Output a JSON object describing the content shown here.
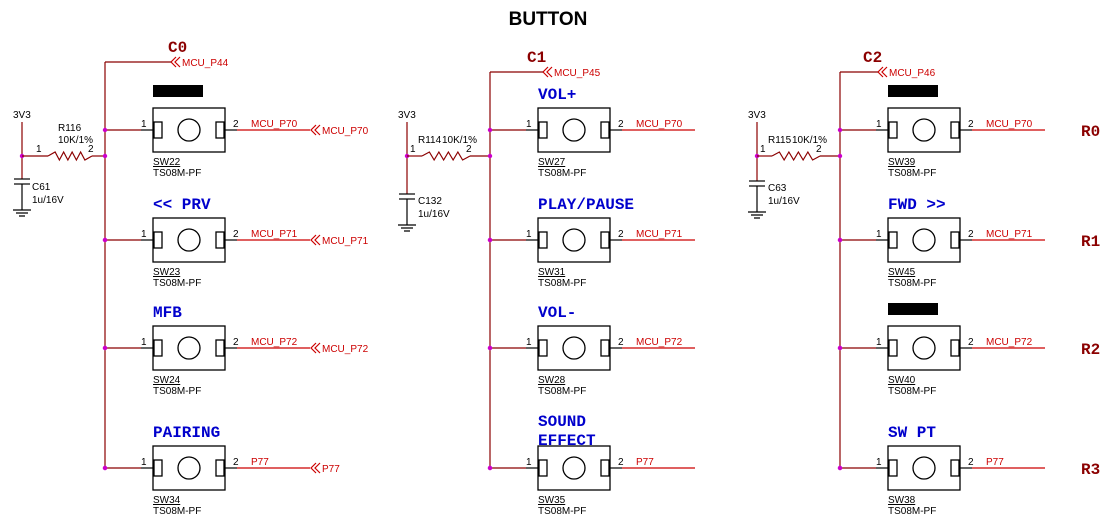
{
  "title": "BUTTON",
  "rows": [
    "R0",
    "R1",
    "R2",
    "R3"
  ],
  "columns": [
    {
      "name": "C0",
      "mcu": "MCU_P44",
      "resistor": {
        "ref": "R116",
        "value": "10K/1%"
      },
      "capacitor": {
        "ref": "C61",
        "value": "1u/16V"
      },
      "supply": "3V3",
      "switches": [
        {
          "label": "",
          "redacted": true,
          "ref": "SW22",
          "part": "TS08M-PF",
          "signal": "MCU_P70",
          "connector": "MCU_P70"
        },
        {
          "label": "<< PRV",
          "redacted": false,
          "ref": "SW23",
          "part": "TS08M-PF",
          "signal": "MCU_P71",
          "connector": "MCU_P71"
        },
        {
          "label": "MFB",
          "redacted": false,
          "ref": "SW24",
          "part": "TS08M-PF",
          "signal": "MCU_P72",
          "connector": "MCU_P72"
        },
        {
          "label": "PAIRING",
          "redacted": false,
          "ref": "SW34",
          "part": "TS08M-PF",
          "signal": "P77",
          "connector": "P77"
        }
      ]
    },
    {
      "name": "C1",
      "mcu": "MCU_P45",
      "resistor": {
        "ref": "R114",
        "value": "10K/1%"
      },
      "capacitor": {
        "ref": "C132",
        "value": "1u/16V"
      },
      "supply": "3V3",
      "switches": [
        {
          "label": "VOL+",
          "redacted": false,
          "ref": "SW27",
          "part": "TS08M-PF",
          "signal": "MCU_P70",
          "connector": ""
        },
        {
          "label": "PLAY/PAUSE",
          "redacted": false,
          "ref": "SW31",
          "part": "TS08M-PF",
          "signal": "MCU_P71",
          "connector": ""
        },
        {
          "label": "VOL-",
          "redacted": false,
          "ref": "SW28",
          "part": "TS08M-PF",
          "signal": "MCU_P72",
          "connector": ""
        },
        {
          "label": "SOUND\nEFFECT",
          "redacted": false,
          "ref": "SW35",
          "part": "TS08M-PF",
          "signal": "P77",
          "connector": ""
        }
      ]
    },
    {
      "name": "C2",
      "mcu": "MCU_P46",
      "resistor": {
        "ref": "R115",
        "value": "10K/1%"
      },
      "capacitor": {
        "ref": "C63",
        "value": "1u/16V"
      },
      "supply": "3V3",
      "switches": [
        {
          "label": "",
          "redacted": true,
          "ref": "SW39",
          "part": "TS08M-PF",
          "signal": "MCU_P70",
          "connector": ""
        },
        {
          "label": "FWD >>",
          "redacted": false,
          "ref": "SW45",
          "part": "TS08M-PF",
          "signal": "MCU_P71",
          "connector": ""
        },
        {
          "label": "",
          "redacted": true,
          "ref": "SW40",
          "part": "TS08M-PF",
          "signal": "MCU_P72",
          "connector": ""
        },
        {
          "label": "SW PT",
          "redacted": false,
          "ref": "SW38",
          "part": "TS08M-PF",
          "signal": "P77",
          "connector": ""
        }
      ]
    }
  ],
  "pin1": "1",
  "pin2": "2",
  "colors": {
    "net": "#8b0000",
    "button": "#0000cc",
    "signal": "#cc0000",
    "junction": "#cc00cc"
  }
}
